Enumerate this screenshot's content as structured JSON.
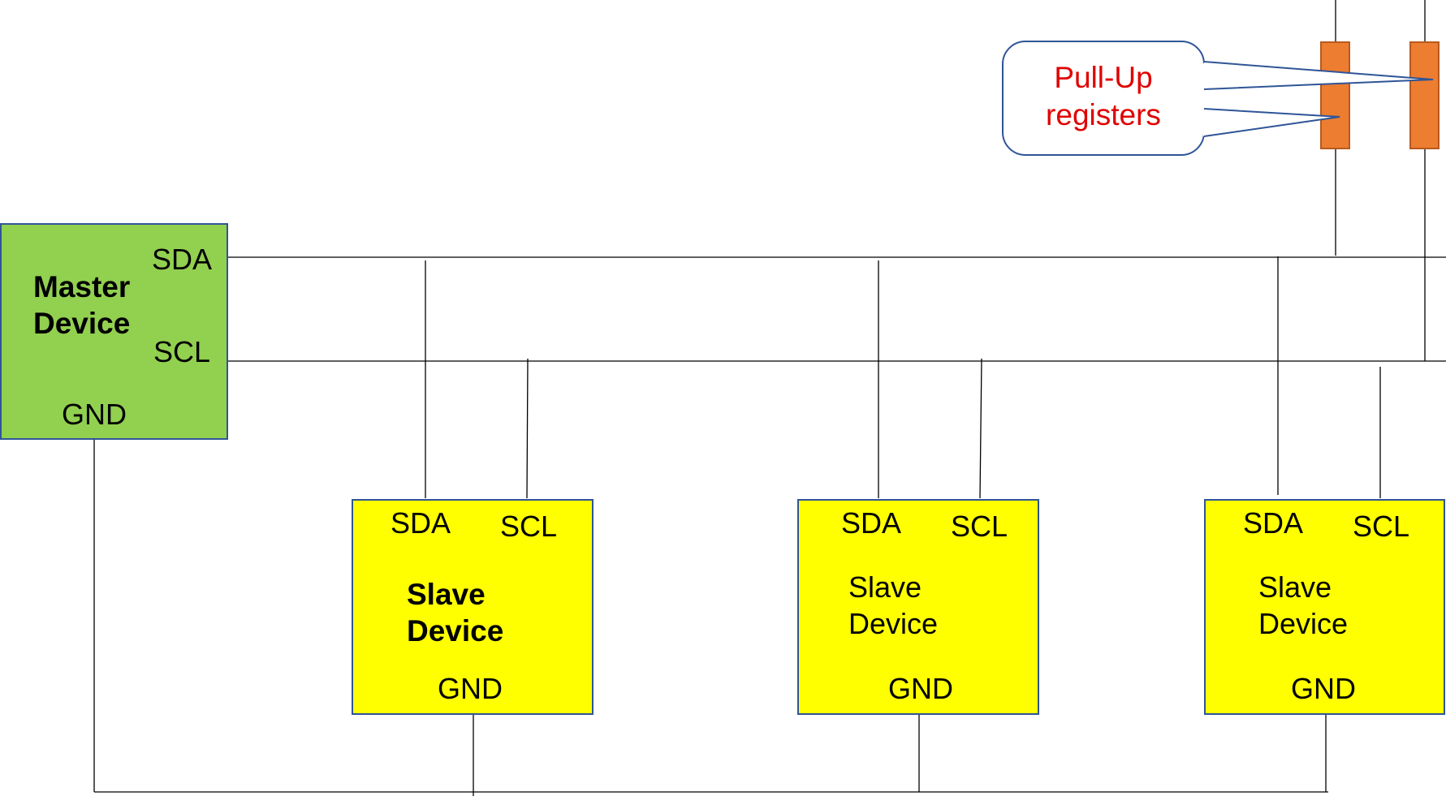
{
  "colors": {
    "master_fill": "#92d050",
    "master_stroke": "#2f5597",
    "slave_fill": "#ffff00",
    "slave_stroke": "#2f5597",
    "resistor_fill": "#ed7d31",
    "resistor_stroke": "#b85a1e",
    "callout_stroke": "#2f5597",
    "callout_text": "#e00000",
    "wire": "#000000"
  },
  "master": {
    "title_line1": "Master",
    "title_line2": "Device",
    "sda": "SDA",
    "scl": "SCL",
    "gnd": "GND"
  },
  "slaves": [
    {
      "title_line1": "Slave",
      "title_line2": "Device",
      "sda": "SDA",
      "scl": "SCL",
      "gnd": "GND",
      "bold": true
    },
    {
      "title_line1": "Slave",
      "title_line2": "Device",
      "sda": "SDA",
      "scl": "SCL",
      "gnd": "GND",
      "bold": false
    },
    {
      "title_line1": "Slave",
      "title_line2": "Device",
      "sda": "SDA",
      "scl": "SCL",
      "gnd": "GND",
      "bold": false
    }
  ],
  "callout": {
    "line1": "Pull-Up",
    "line2": "registers"
  }
}
